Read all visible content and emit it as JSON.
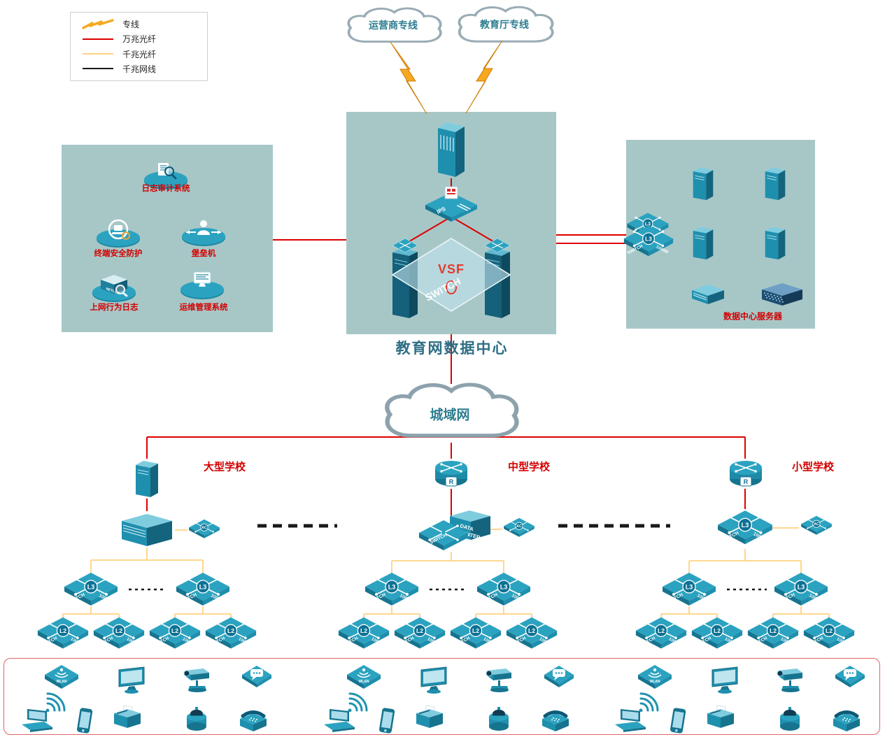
{
  "legend": {
    "items": [
      {
        "label": "专线",
        "type": "lightning",
        "color": "#f6a81f"
      },
      {
        "label": "万兆光纤",
        "type": "line",
        "color": "#dd0000"
      },
      {
        "label": "千兆光纤",
        "type": "line",
        "color": "#ffd27f"
      },
      {
        "label": "千兆网线",
        "type": "line",
        "color": "#1a1a1a"
      }
    ]
  },
  "clouds": {
    "carrier_label": "运营商专线",
    "education_label": "教育厅专线",
    "man_label": "城域网"
  },
  "security_panel": {
    "items": [
      {
        "label": "日志审计系统"
      },
      {
        "label": "终端安全防护"
      },
      {
        "label": "堡垒机"
      },
      {
        "label": "上网行为日志",
        "icon_text": "NETLOG"
      },
      {
        "label": "运维管理系统"
      }
    ]
  },
  "datacenter": {
    "title": "教育网数据中心",
    "vsf_label": "VSF",
    "ips_label": "IPS",
    "switch_label": "SWITCH"
  },
  "server_panel": {
    "label": "数据中心服务器"
  },
  "schools": [
    {
      "name": "大型学校"
    },
    {
      "name": "中型学校"
    },
    {
      "name": "小型学校"
    }
  ],
  "core": {
    "switch": "SWITCH",
    "data_l1": "DATA",
    "data_l2": "CENTER"
  },
  "switch": {
    "line1": "SWITCH",
    "line2": "1000M",
    "l3": "L3",
    "l2": "L2",
    "ac": "AC",
    "router": "R"
  },
  "bottom": {
    "ap_label": "WLAN"
  },
  "palette": {
    "device_teal": "#2ba3c0",
    "panel_bg": "#a7c7c7",
    "line_red": "#dd0000",
    "line_yellow": "#ffd27f",
    "line_black": "#1a1a1a",
    "label_red": "#d40000",
    "title_teal": "#2d6e84"
  }
}
